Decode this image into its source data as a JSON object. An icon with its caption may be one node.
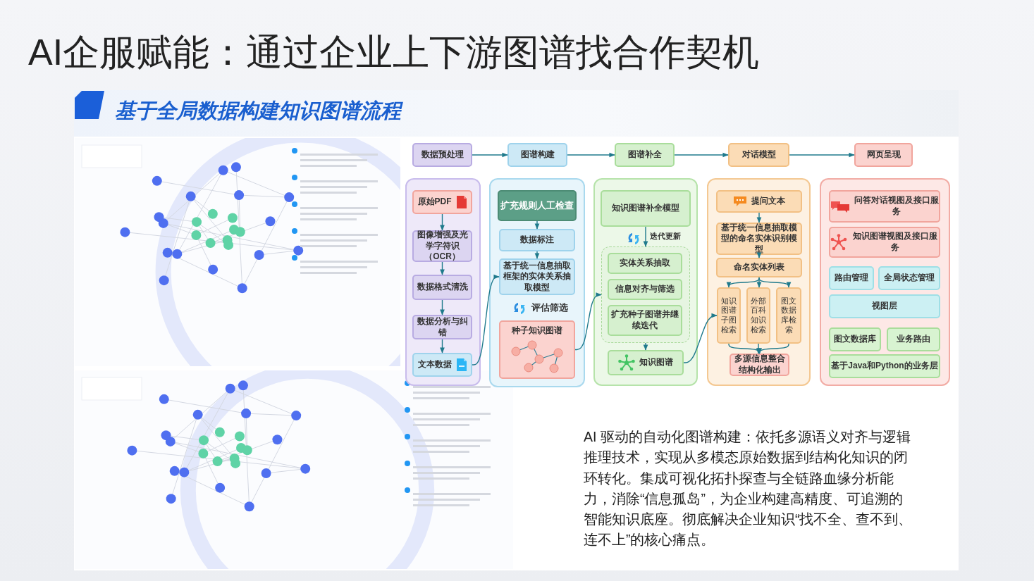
{
  "diagram": {
    "title": "AI企服赋能：通过企业上下游图谱找合作契机",
    "nodes": [
      {
        "text": [
          "数据预处理"
        ]
      },
      {
        "text": [
          "图谱构建"
        ]
      },
      {
        "text": [
          "图谱补全"
        ]
      },
      {
        "text": [
          "对话模型"
        ]
      },
      {
        "text": [
          "网页呈现"
        ]
      },
      {
        "text": [],
        "shape": "box"
      },
      {
        "text": [
          "原始PDF"
        ],
        "in": 5
      },
      {
        "text": [
          "图像增强及光学字符识（OCR）"
        ],
        "in": 5
      },
      {
        "text": [
          "数据格式清洗"
        ],
        "in": 5
      },
      {
        "text": [
          "数据分析与纠错"
        ],
        "in": 5
      },
      {
        "text": [
          "文本数据"
        ],
        "in": 5
      },
      {
        "text": [],
        "shape": "box"
      },
      {
        "text": [
          "扩充规则人工检查"
        ],
        "in": 11
      },
      {
        "text": [
          "数据标注"
        ],
        "in": 11
      },
      {
        "text": [
          "基于统一信息抽取框架的实体关系抽取模型"
        ],
        "in": 11
      },
      {
        "text": [
          "种子知识图谱"
        ],
        "in": 11
      },
      {
        "text": [],
        "shape": "box"
      },
      {
        "text": [
          "知识图谱补全模型"
        ],
        "in": 16
      },
      {
        "text": [],
        "shape": "box",
        "in": 16
      },
      {
        "text": [
          "实体关系抽取"
        ],
        "in": 18
      },
      {
        "text": [
          "信息对齐与筛选"
        ],
        "in": 18
      },
      {
        "text": [
          "扩充种子图谱并继续迭代"
        ],
        "in": 18
      },
      {
        "text": [
          "知识图谱"
        ],
        "in": 16
      },
      {
        "text": [],
        "shape": "box"
      },
      {
        "text": [
          "提问文本"
        ],
        "in": 23
      },
      {
        "text": [
          "基于统一信息抽取模型的命名实体识别模型"
        ],
        "in": 23
      },
      {
        "text": [
          "命名实体列表"
        ],
        "in": 23
      },
      {
        "text": [
          "知识图谱子图检索"
        ],
        "in": 23
      },
      {
        "text": [
          "外部百科知识检索"
        ],
        "in": 23
      },
      {
        "text": [
          "图文数据库检索"
        ],
        "in": 23
      },
      {
        "text": [
          "多源信息整合结构化输出"
        ],
        "in": 23
      },
      {
        "text": [],
        "shape": "box"
      },
      {
        "text": [
          "问答对话视图及接口服务"
        ],
        "in": 31
      },
      {
        "text": [
          "知识图谱视图及接口服务"
        ],
        "in": 31
      },
      {
        "text": [
          "路由管理"
        ],
        "in": 31
      },
      {
        "text": [
          "全局状态管理"
        ],
        "in": 31
      },
      {
        "text": [
          "视图层"
        ],
        "in": 31
      },
      {
        "text": [
          "图文数据库"
        ],
        "in": 31
      },
      {
        "text": [
          "业务路由"
        ],
        "in": 31
      },
      {
        "text": [
          "基于Java和Python的业务层"
        ],
        "in": 31
      }
    ],
    "edges": [
      {
        "from": 0,
        "to": 1,
        "arrow": "to"
      },
      {
        "from": 1,
        "to": 2,
        "arrow": "to"
      },
      {
        "from": 2,
        "to": 3,
        "arrow": "to"
      },
      {
        "from": 3,
        "to": 4,
        "arrow": "to"
      },
      {
        "from": 6,
        "to": 7,
        "arrow": "to"
      },
      {
        "from": 7,
        "to": 8,
        "arrow": "to"
      },
      {
        "from": 8,
        "to": 9,
        "arrow": "to"
      },
      {
        "from": 9,
        "to": 10,
        "arrow": "to"
      },
      {
        "from": 10,
        "to": 14,
        "arrow": "to"
      },
      {
        "from": 12,
        "to": 13,
        "arrow": "to"
      },
      {
        "from": 13,
        "to": 14,
        "arrow": "to"
      },
      {
        "from": 15,
        "to": 18,
        "arrow": "to"
      },
      {
        "from": 17,
        "to": 18,
        "arrow": "to",
        "label": "迭代更新"
      },
      {
        "from": 18,
        "to": 22,
        "arrow": "to"
      },
      {
        "from": 22,
        "to": 27,
        "arrow": "to"
      },
      {
        "from": 24,
        "to": 25,
        "arrow": "to"
      },
      {
        "from": 25,
        "to": 26,
        "arrow": "to"
      },
      {
        "from": 26,
        "to": 27,
        "arrow": "to"
      },
      {
        "from": 26,
        "to": 28,
        "arrow": "to"
      },
      {
        "from": 26,
        "to": 29,
        "arrow": "to"
      },
      {
        "from": 27,
        "to": 30,
        "arrow": "to"
      },
      {
        "from": 28,
        "to": 30,
        "arrow": "to"
      },
      {
        "from": 29,
        "to": 30,
        "arrow": "to"
      }
    ],
    "labels": [
      "基于全局数据构建知识图谱流程",
      "评估筛选",
      "AI 驱动的自动化图谱构建：依托多源语义对齐与逻辑推理技术，实现从多模态原始数据到结构化知识的闭环转化。集成可视化拓扑探查与全链路血缘分析能力，消除“信息孤岛”，为企业构建高精度、可追溯的智能知识底座。彻底解决企业知识“找不全、查不到、连不上”的核心痛点。"
    ]
  }
}
